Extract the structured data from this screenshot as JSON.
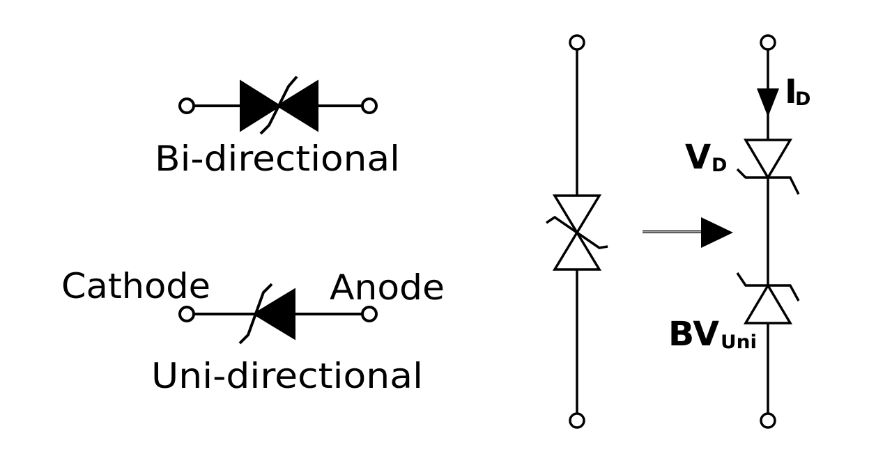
{
  "labels": {
    "bidirectional": "Bi-directional",
    "unidirectional": "Uni-directional",
    "cathode": "Cathode",
    "anode": "Anode"
  },
  "quantities": {
    "current_main": "I",
    "current_sub": "D",
    "voltage_main": "V",
    "voltage_sub": "D",
    "breakdown_main": "BV",
    "breakdown_sub": "Uni"
  }
}
